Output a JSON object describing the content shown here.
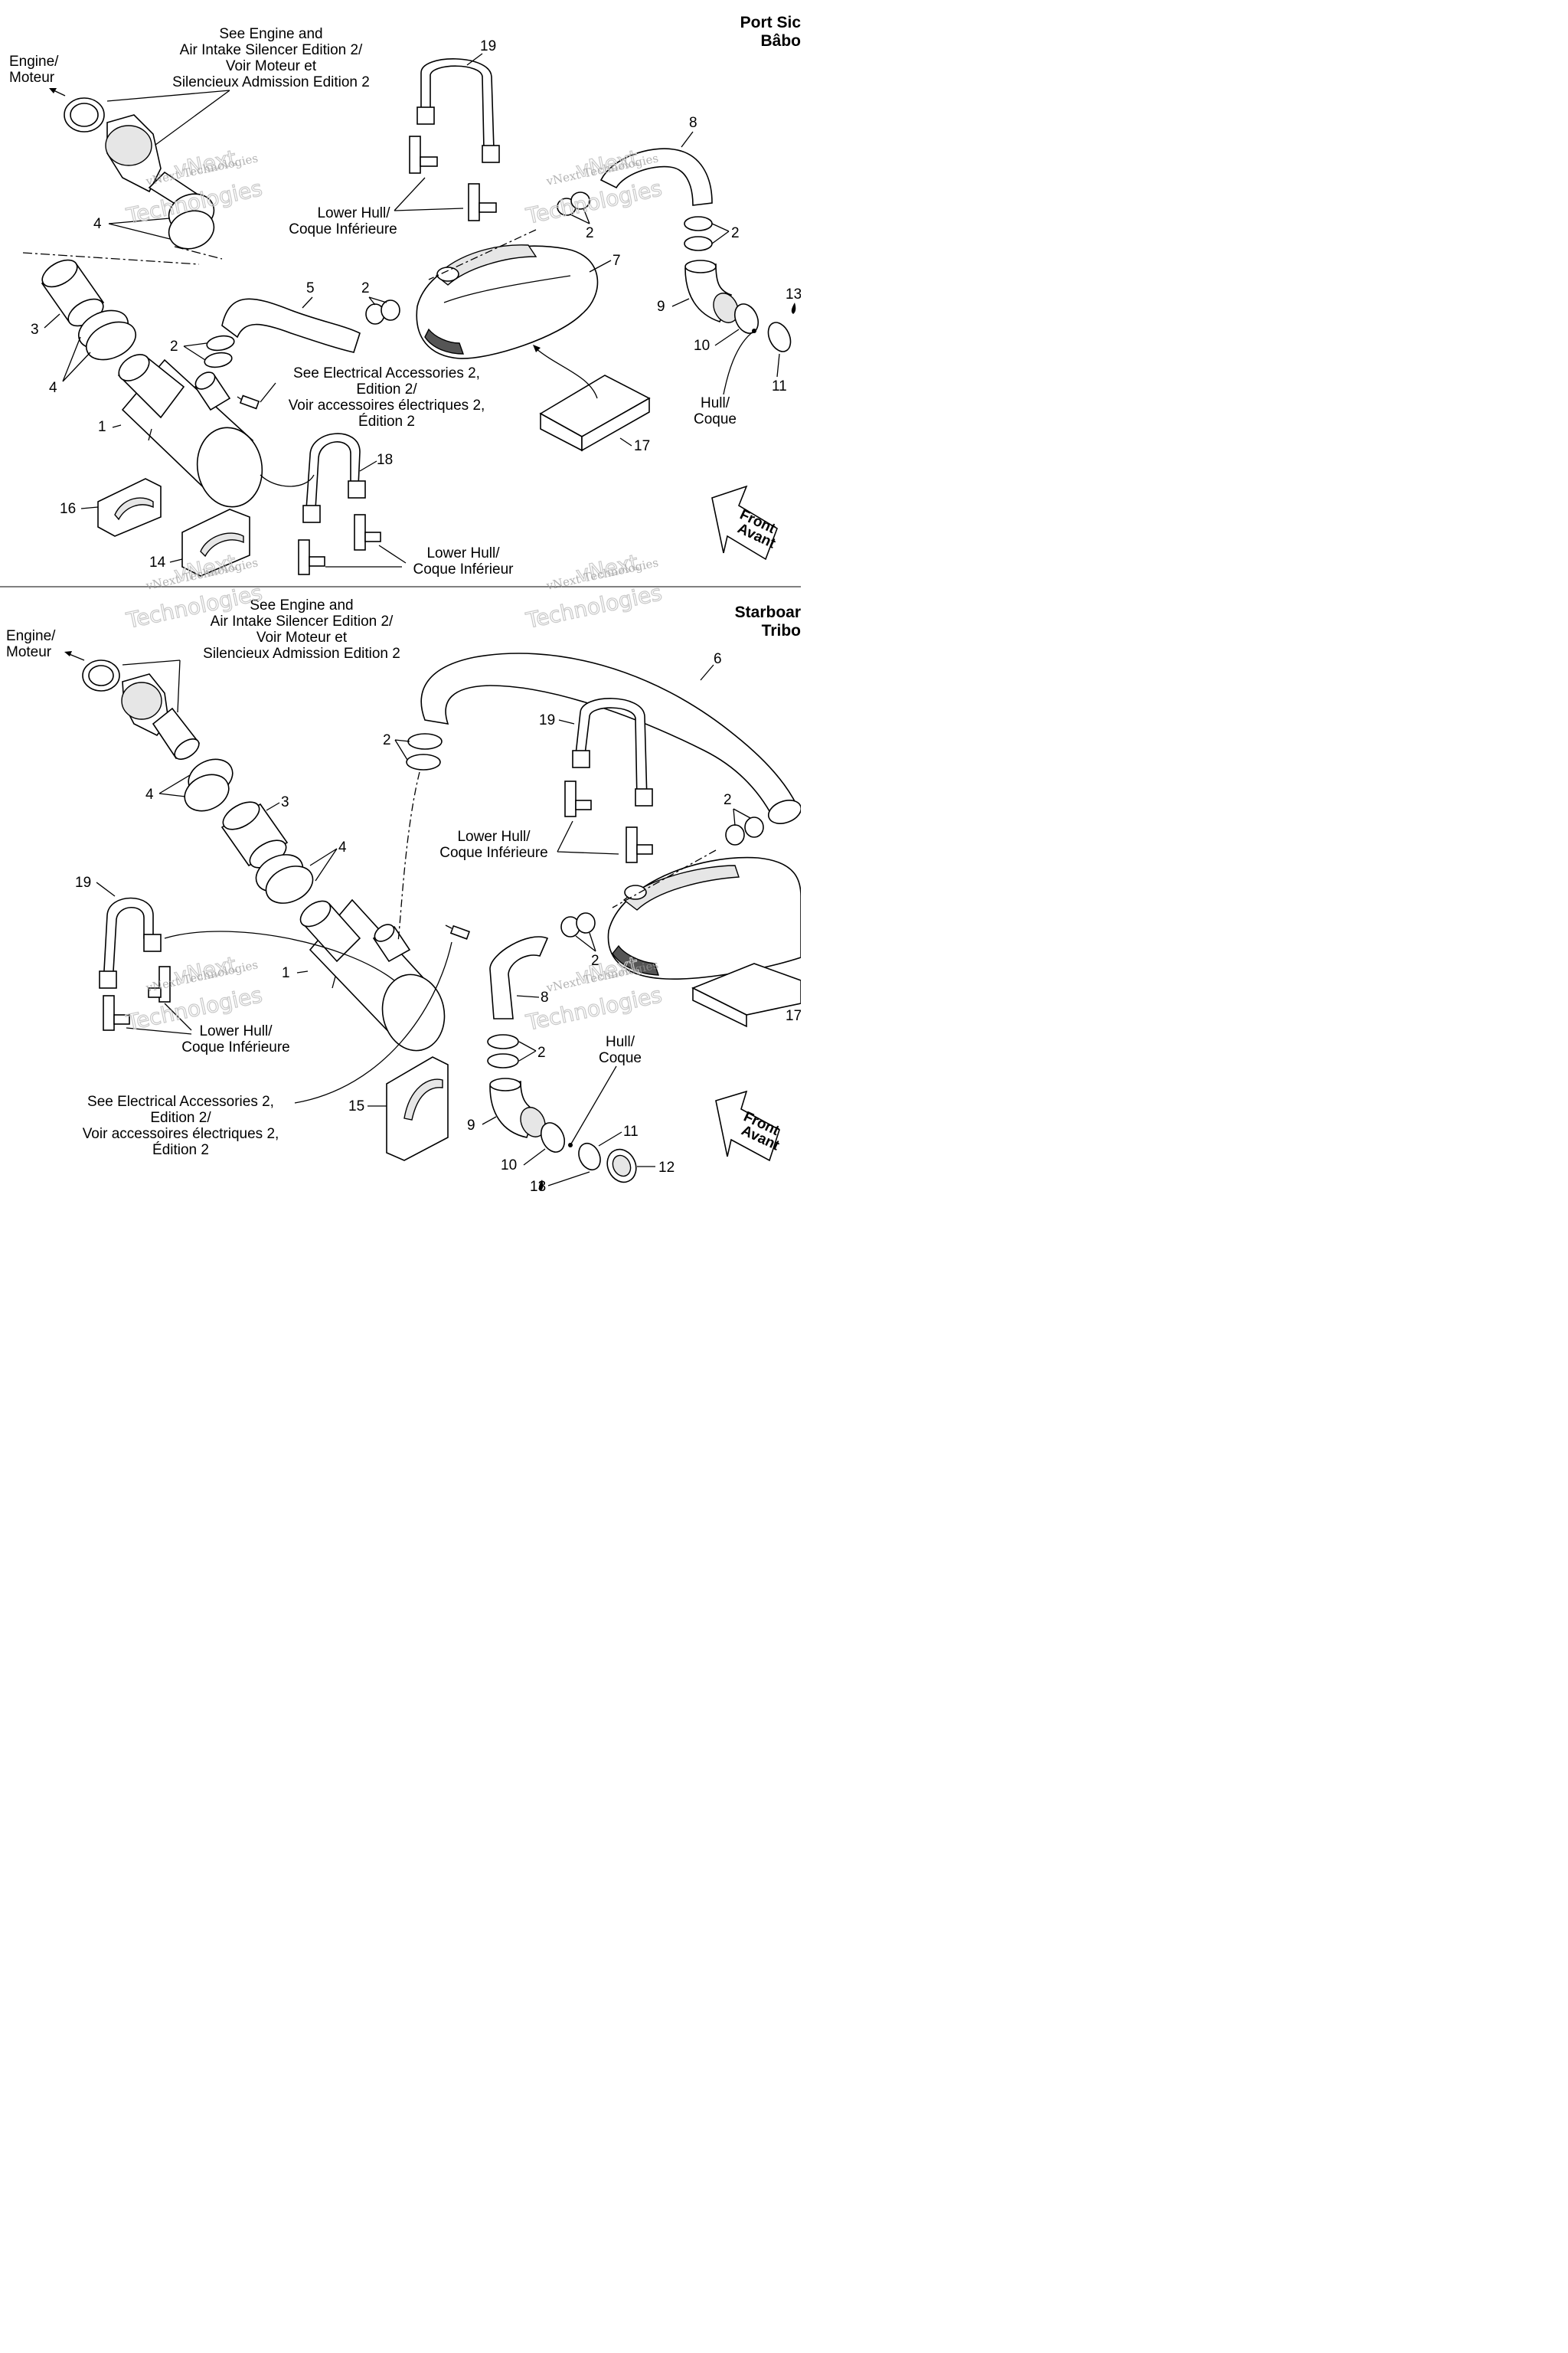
{
  "port": {
    "heading_line1": "Port Sic",
    "heading_line2": "Bâbo",
    "see_engine": [
      "See Engine and",
      "Air Intake Silencer Edition 2/",
      "Voir Moteur et",
      "Silencieux Admission Edition 2"
    ],
    "engine": [
      "Engine/",
      "Moteur"
    ],
    "lower_hull_top": [
      "Lower Hull/",
      "Coque Inférieure"
    ],
    "see_electrical": [
      "See Electrical Accessories 2,",
      "Edition 2/",
      "Voir accessoires électriques 2,",
      "Édition 2"
    ],
    "lower_hull_bottom": [
      "Lower Hull/",
      "Coque Inférieur"
    ],
    "hull": [
      "Hull/",
      "Coque"
    ],
    "front": [
      "Front",
      "Avant"
    ],
    "callouts": [
      "19",
      "8",
      "2",
      "2",
      "7",
      "5",
      "2",
      "4",
      "3",
      "4",
      "2",
      "1",
      "9",
      "10",
      "11",
      "13",
      "18",
      "16",
      "14",
      "17"
    ]
  },
  "starboard": {
    "heading_line1": "Starboar",
    "heading_line2": "Tribo",
    "see_engine": [
      "See Engine and",
      "Air Intake Silencer Edition 2/",
      "Voir Moteur et",
      "Silencieux Admission Edition 2"
    ],
    "engine": [
      "Engine/",
      "Moteur"
    ],
    "lower_hull_top": [
      "Lower Hull/",
      "Coque Inférieure"
    ],
    "lower_hull_left": [
      "Lower Hull/",
      "Coque Inférieure"
    ],
    "see_electrical": [
      "See Electrical Accessories 2,",
      "Edition 2/",
      "Voir accessoires électriques 2,",
      "Édition 2"
    ],
    "hull": [
      "Hull/",
      "Coque"
    ],
    "front": [
      "Front",
      "Avant"
    ],
    "callouts": [
      "6",
      "19",
      "2",
      "4",
      "3",
      "4",
      "19",
      "1",
      "2",
      "2",
      "8",
      "2",
      "9",
      "10",
      "11",
      "12",
      "13",
      "15",
      "17"
    ]
  },
  "watermark": {
    "line1": "vNext",
    "line2": "vNext Technologies",
    "line3": "Technologies"
  }
}
